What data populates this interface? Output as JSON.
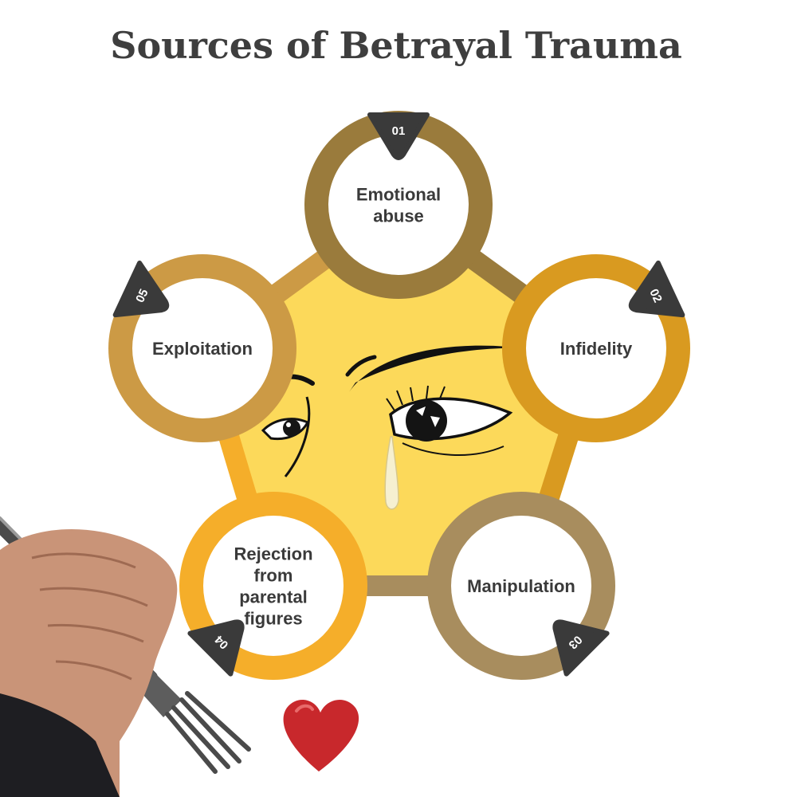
{
  "title": "Sources of Betrayal Trauma",
  "colors": {
    "background": "#ffffff",
    "pentagon_fill": "#fcd95a",
    "title_text": "#3e3e3e",
    "badge_fill": "#3a3a3a",
    "node_text": "#3a3a3a",
    "heart": "#c8282c"
  },
  "center_illustration": {
    "icon": "crying-eyes-icon"
  },
  "nodes": [
    {
      "number": "01",
      "label_lines": [
        "Emotional",
        "abuse"
      ],
      "ring_color": "#9a7b3c"
    },
    {
      "number": "02",
      "label_lines": [
        "Infidelity"
      ],
      "ring_color": "#d99a20"
    },
    {
      "number": "03",
      "label_lines": [
        "Manipulation"
      ],
      "ring_color": "#a88d5e"
    },
    {
      "number": "04",
      "label_lines": [
        "Rejection",
        "from",
        "parental",
        "figures"
      ],
      "ring_color": "#f5ae2a"
    },
    {
      "number": "05",
      "label_lines": [
        "Exploitation"
      ],
      "ring_color": "#cc9a45"
    }
  ],
  "decorations": {
    "hand_icon": "hand-holding-fork-icon",
    "heart_icon": "heart-icon"
  }
}
